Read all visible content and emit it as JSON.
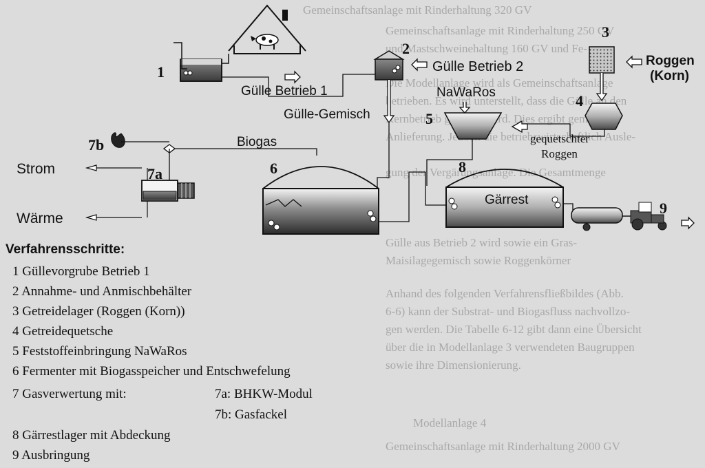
{
  "background_text": [
    "Gemeinschaftsanlage mit Rinderhaltung 250 GV",
    "und Mastschweinehaltung 160 GV und Fe-",
    "Die Modellanlage wird als Gemeinschaftsanlage",
    "betrieben. Es wird unterstellt, dass die Gülle an den",
    "Kernbetrieb geliefert wird. Dies ergibt gemischte",
    "Anlieferung. Jedoch die betriebswirtschaftlich Ausle-",
    "gung der Vergärungsanlage. Die Gesamtmenge",
    "Gülle aus Betrieb 2 wird sowie ein Gras-",
    "Maisilagegemisch sowie Roggenkörner",
    "Gemeinschaftsanlage mit Rinderhaltung 320 GV",
    "Anhand des folgenden Verfahrensfließbildes (Abb.",
    "6-6) kann der Substrat- und Biogasfluss nachvollzo-",
    "gen werden. Die Tabelle 6-12 gibt dann eine Übersicht",
    "über die in Modellanlage 3 verwendeten Baugruppen",
    "sowie ihre Dimensionierung.",
    "Modellanlage 4",
    "Gemeinschaftsanlage mit Rinderhaltung 2000 GV"
  ],
  "diagram": {
    "numbers": {
      "n1": "1",
      "n2": "2",
      "n3": "3",
      "n4": "4",
      "n5": "5",
      "n6": "6",
      "n7a": "7a",
      "n7b": "7b",
      "n8": "8",
      "n9": "9"
    },
    "labels": {
      "guelle_betrieb_2": "Gülle Betrieb 2",
      "guelle_betrieb_1": "Gülle Betrieb 1",
      "guelle_gemisch": "Gülle-Gemisch",
      "nawaros": "NaWaRos",
      "roggen": "Roggen",
      "korn": "(Korn)",
      "gequetschter": "gequetschter",
      "roggen_small": "Roggen",
      "biogas": "Biogas",
      "strom": "Strom",
      "waerme": "Wärme",
      "gaerrest": "Gärrest"
    }
  },
  "legend": {
    "title": "Verfahrensschritte:",
    "items": [
      "1 Güllevorgrube Betrieb 1",
      "2 Annahme- und Anmischbehälter",
      "3 Getreidelager (Roggen (Korn))",
      "4 Getreidequetsche",
      "5 Feststoffeinbringung NaWaRos",
      "6 Fermenter mit Biogasspeicher und Entschwefelung",
      "7 Gasverwertung mit:",
      "8 Gärrestlager mit Abdeckung",
      "9 Ausbringung"
    ],
    "sub_7a": "7a: BHKW-Modul",
    "sub_7b": "7b: Gasfackel"
  }
}
